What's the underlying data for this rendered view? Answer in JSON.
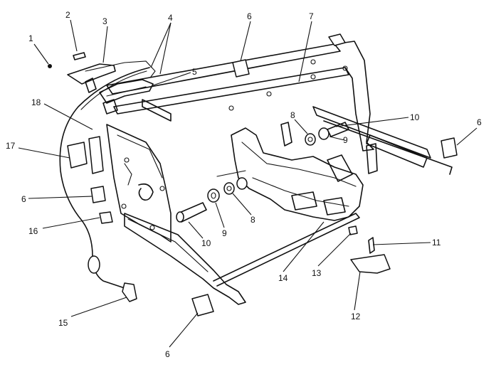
{
  "callouts": [
    "1",
    "2",
    "3",
    "4",
    "5",
    "6",
    "7",
    "8",
    "9",
    "10",
    "11",
    "12",
    "13",
    "14",
    "15",
    "16",
    "17",
    "18",
    "6",
    "6",
    "6",
    "8",
    "9",
    "10"
  ]
}
